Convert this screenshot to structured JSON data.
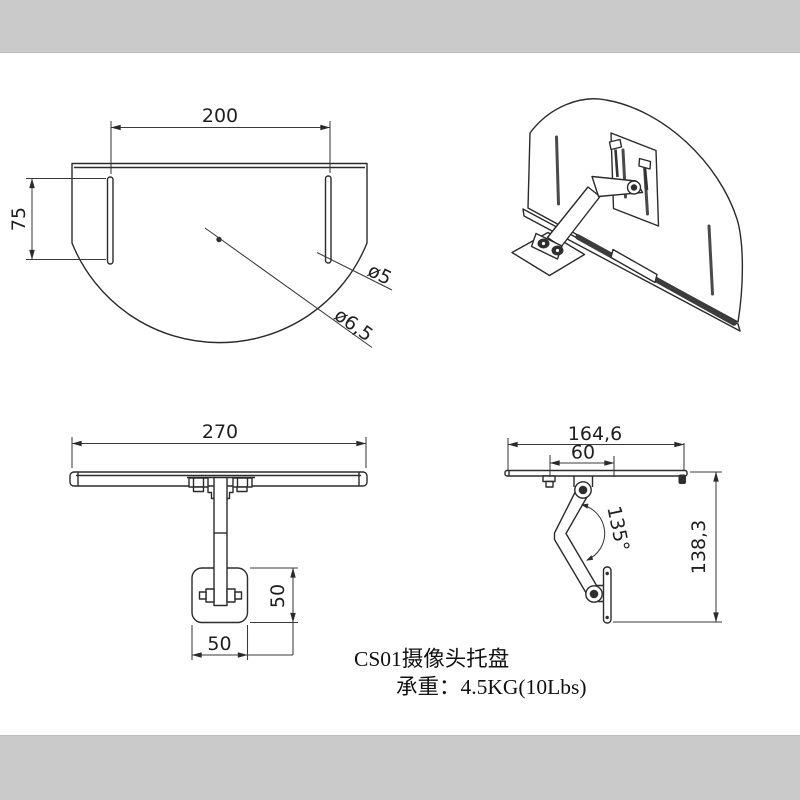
{
  "colors": {
    "band": "#cacaca",
    "line": "#2b2b2b",
    "dim_line": "#3a3a3a",
    "text": "#1f1f1f"
  },
  "caption": {
    "line1": "CS01摄像头托盘",
    "line2": "承重：4.5KG(10Lbs)"
  },
  "top_view": {
    "dim_slot_spacing": "200",
    "dim_slot_length": "75",
    "label_slot_width": "ø5",
    "label_center_hole": "ø6,5"
  },
  "front_view": {
    "dim_plate_width": "270",
    "dim_base_height": "50",
    "dim_base_width": "50"
  },
  "side_view": {
    "dim_plate_depth": "164,6",
    "dim_mount_offset": "60",
    "dim_arm_angle": "135°",
    "dim_overall_height": "138,3"
  }
}
